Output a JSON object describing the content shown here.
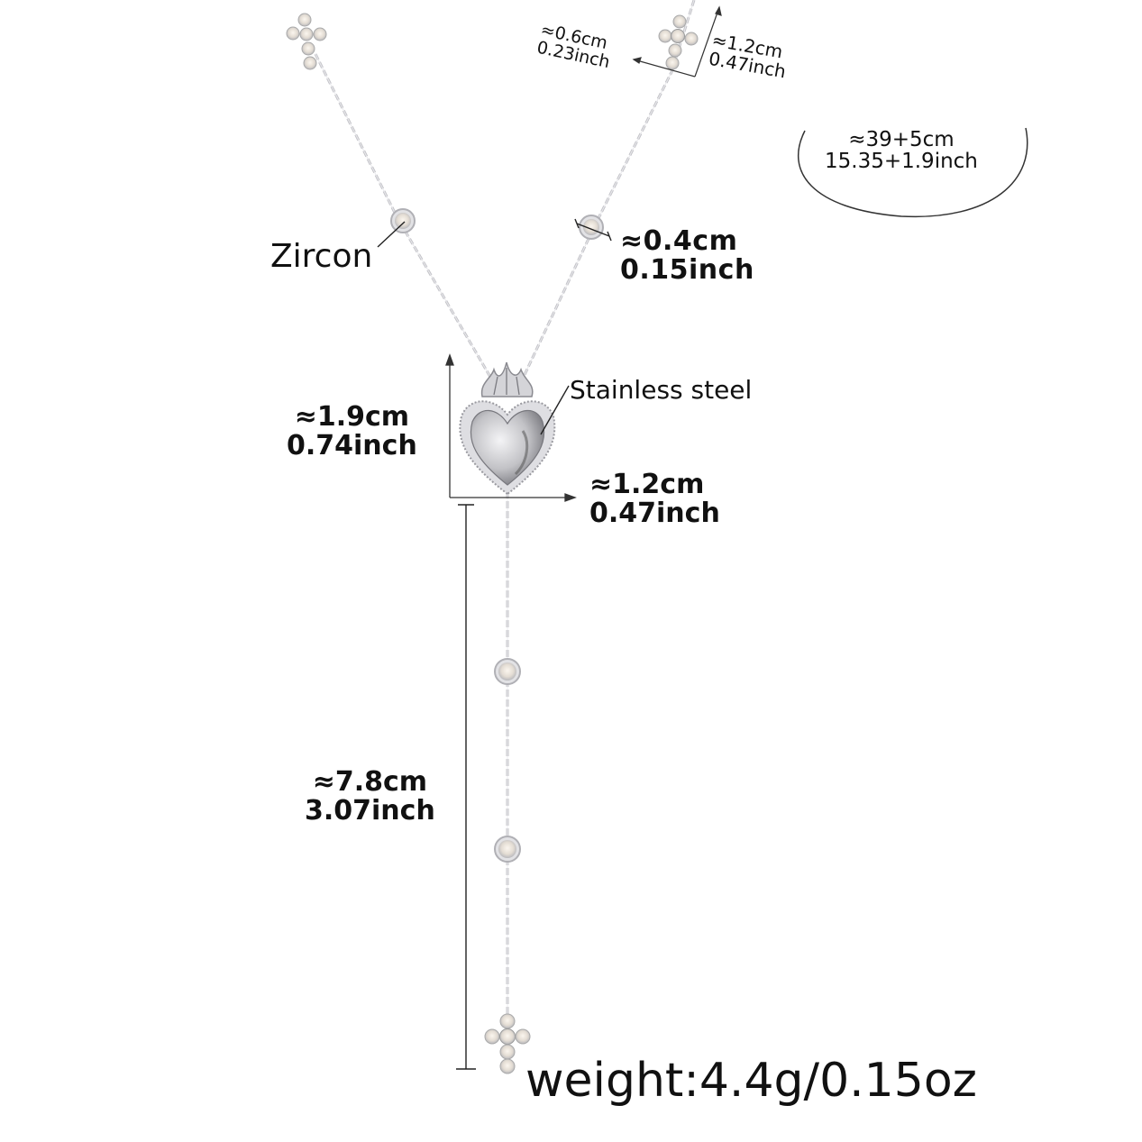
{
  "diagram": {
    "subject": "Sacred heart lariat necklace with zircon stations and cross pendants",
    "background": "#ffffff",
    "metal_color": "#c8c8cc",
    "text_color": "#111111"
  },
  "labels": {
    "cross_width": {
      "cm": "≈0.6cm",
      "inch": "0.23inch"
    },
    "cross_height": {
      "cm": "≈1.2cm",
      "inch": "0.47inch"
    },
    "chain_length": {
      "cm": "≈39+5cm",
      "inch": "15.35+1.9inch"
    },
    "zircon": "Zircon",
    "zircon_size": {
      "cm": "≈0.4cm",
      "inch": "0.15inch"
    },
    "material": "Stainless steel",
    "heart_height": {
      "cm": "≈1.9cm",
      "inch": "0.74inch"
    },
    "heart_width": {
      "cm": "≈1.2cm",
      "inch": "0.47inch"
    },
    "drop_length": {
      "cm": "≈7.8cm",
      "inch": "3.07inch"
    },
    "weight": "weight:4.4g/0.15oz"
  }
}
